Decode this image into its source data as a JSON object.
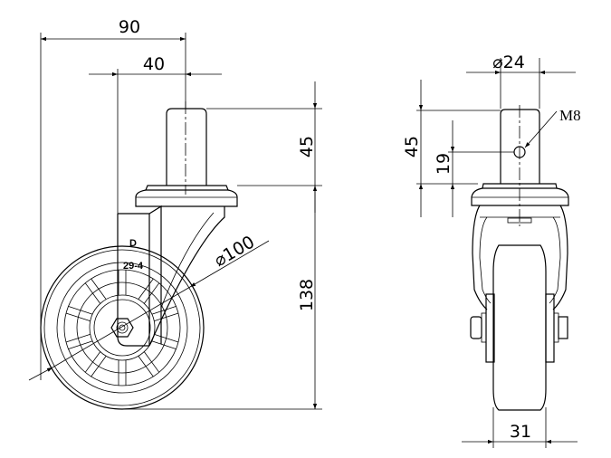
{
  "drawing": {
    "side_view": {
      "overall_width": "90",
      "offset": "40",
      "stem_height": "45",
      "mount_height": "138",
      "wheel_diameter": "⌀100",
      "fork_mark_logo": "D",
      "fork_mark_code": "29-4"
    },
    "front_view": {
      "stem_diameter": "⌀24",
      "stem_height": "45",
      "hole_height": "19",
      "thread": "M8",
      "wheel_width": "31"
    }
  }
}
